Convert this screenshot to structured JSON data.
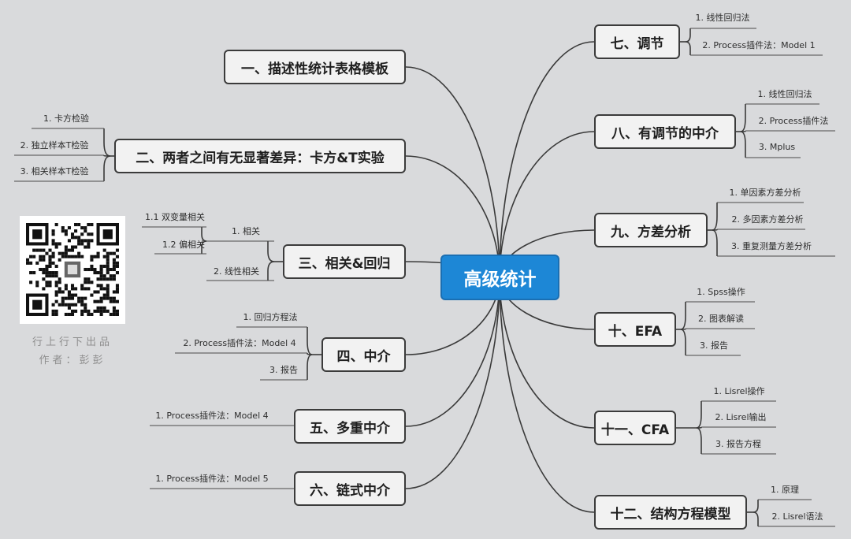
{
  "center": "高级统计",
  "credit": {
    "line1": "行上行下出品",
    "line2": "作者：彭彭"
  },
  "nodes": {
    "n1": "一、描述性统计表格模板",
    "n2": "二、两者之间有无显著差异：卡方&T实验",
    "n3": "三、相关&回归",
    "n4": "四、中介",
    "n5": "五、多重中介",
    "n6": "六、链式中介",
    "n7": "七、调节",
    "n8": "八、有调节的中介",
    "n9": "九、方差分析",
    "n10": "十、EFA",
    "n11": "十一、CFA",
    "n12": "十二、结构方程模型"
  },
  "leaves": {
    "n2": [
      "1. 卡方检验",
      "2. 独立样本T检验",
      "3. 相关样本T检验"
    ],
    "n3": [
      "1. 相关",
      "2. 线性相关"
    ],
    "n3_sub": [
      "1.1 双变量相关",
      "1.2 偏相关"
    ],
    "n4": [
      "1. 回归方程法",
      "2. Process插件法：Model 4",
      "3. 报告"
    ],
    "n5": [
      "1. Process插件法：Model 4"
    ],
    "n6": [
      "1. Process插件法：Model 5"
    ],
    "n7": [
      "1. 线性回归法",
      "2. Process插件法：Model 1"
    ],
    "n8": [
      "1. 线性回归法",
      "2. Process插件法",
      "3. Mplus"
    ],
    "n9": [
      "1. 单因素方差分析",
      "2. 多因素方差分析",
      "3. 重复测量方差分析"
    ],
    "n10": [
      "1. Spss操作",
      "2. 图表解读",
      "3. 报告"
    ],
    "n11": [
      "1. Lisrel操作",
      "2. Lisrel输出",
      "3. 报告方程"
    ],
    "n12": [
      "1. 原理",
      "2. Lisrel语法"
    ]
  }
}
